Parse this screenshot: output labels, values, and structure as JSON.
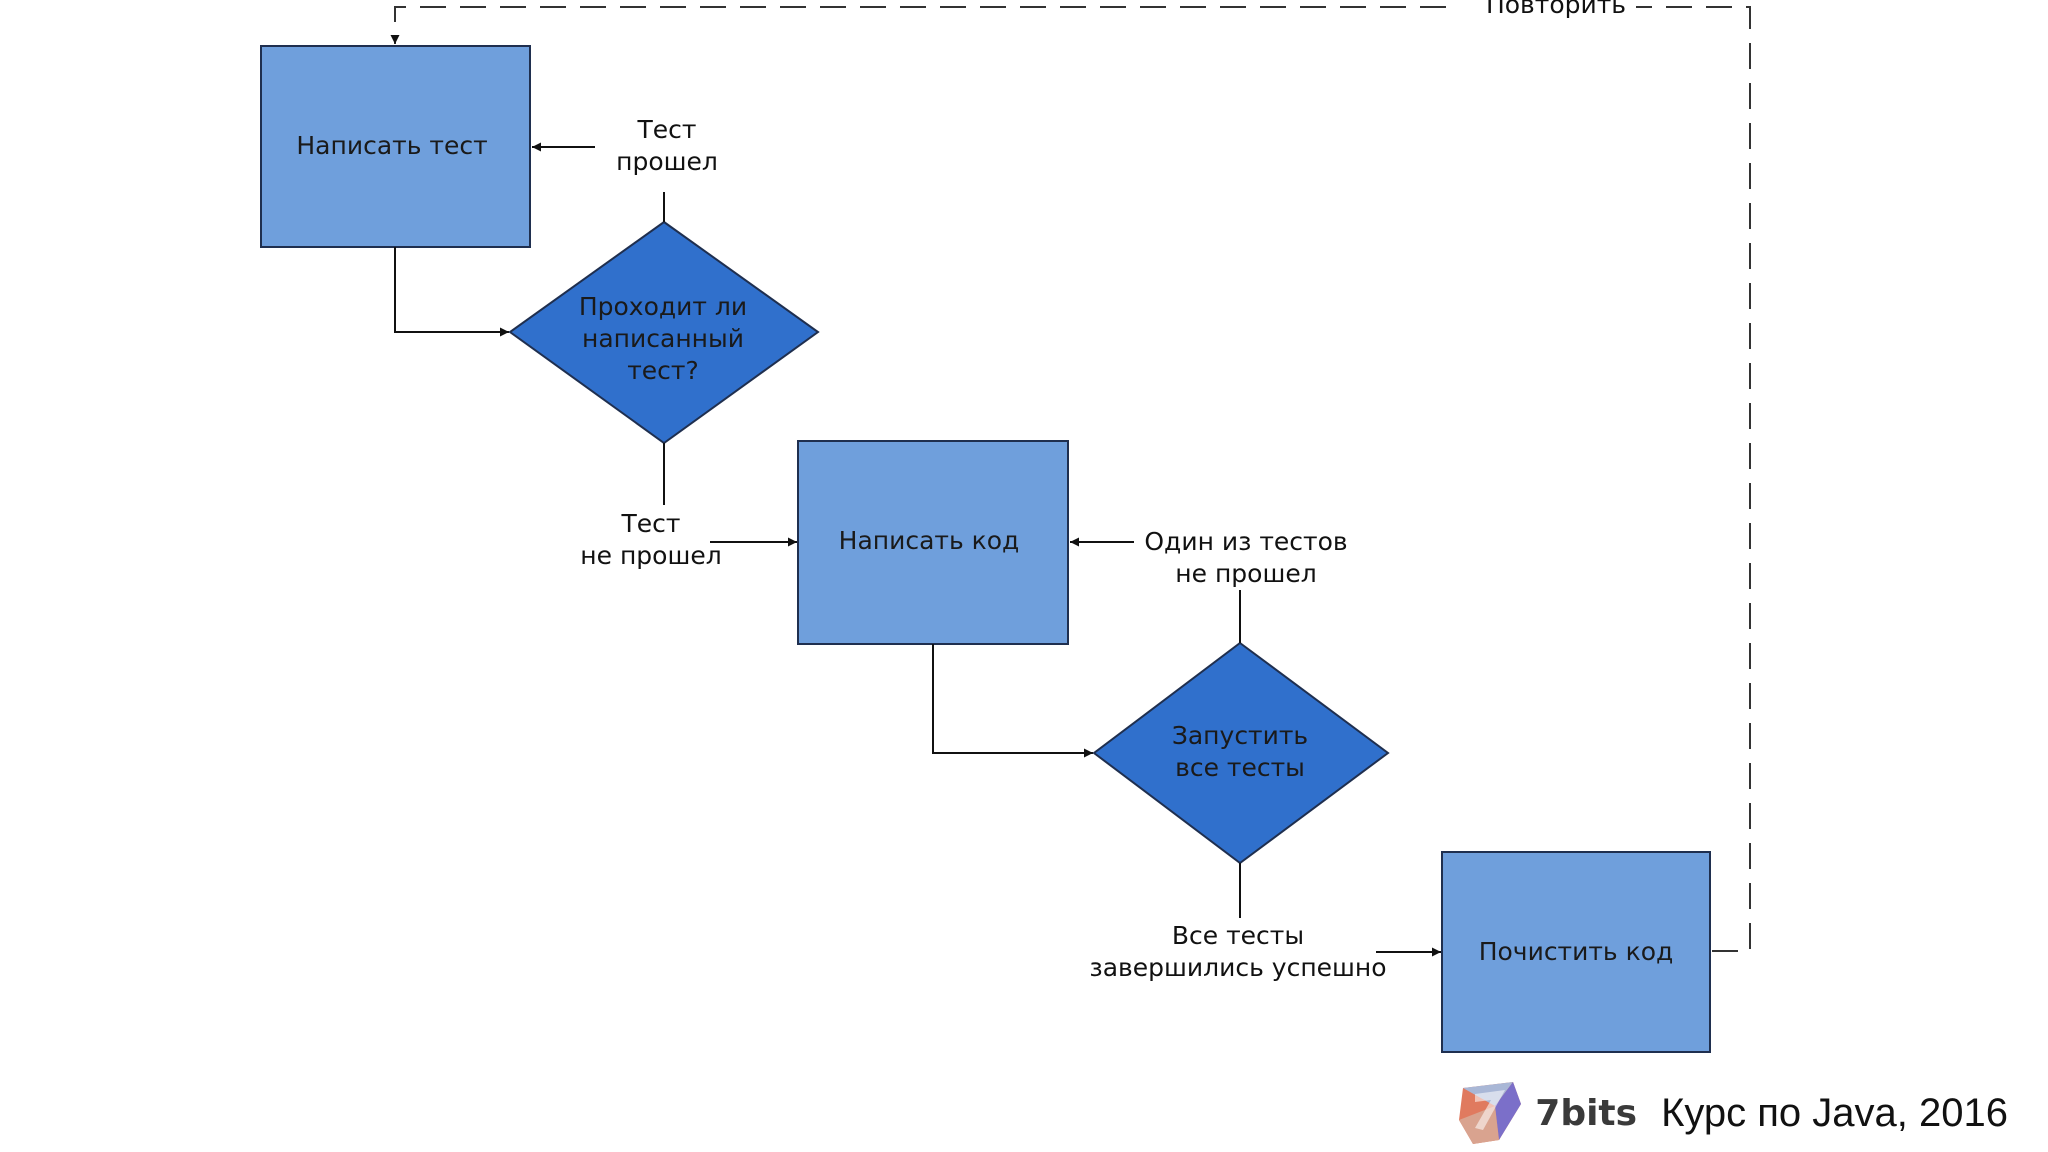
{
  "nodes": {
    "write_test": "Написать тест",
    "decision_passes": [
      "Проходит ли",
      "написанный",
      "тест?"
    ],
    "write_code": "Написать код",
    "decision_run_all": [
      "Запустить",
      "все тесты"
    ],
    "clean_code": "Почистить код"
  },
  "edges": {
    "test_passed": [
      "Тест",
      "прошел"
    ],
    "test_failed": [
      "Тест",
      "не прошел"
    ],
    "one_failed": [
      "Один из тестов",
      "не прошел"
    ],
    "all_passed": [
      "Все тесты",
      "завершились успешно"
    ],
    "repeat": "Повторить"
  },
  "footer": {
    "brand": "7bits",
    "course": "Курс по Java, 2016"
  },
  "colors": {
    "box_fill": "#6f9fdc",
    "diamond_fill": "#3070cc",
    "stroke": "#1f2f4f"
  }
}
